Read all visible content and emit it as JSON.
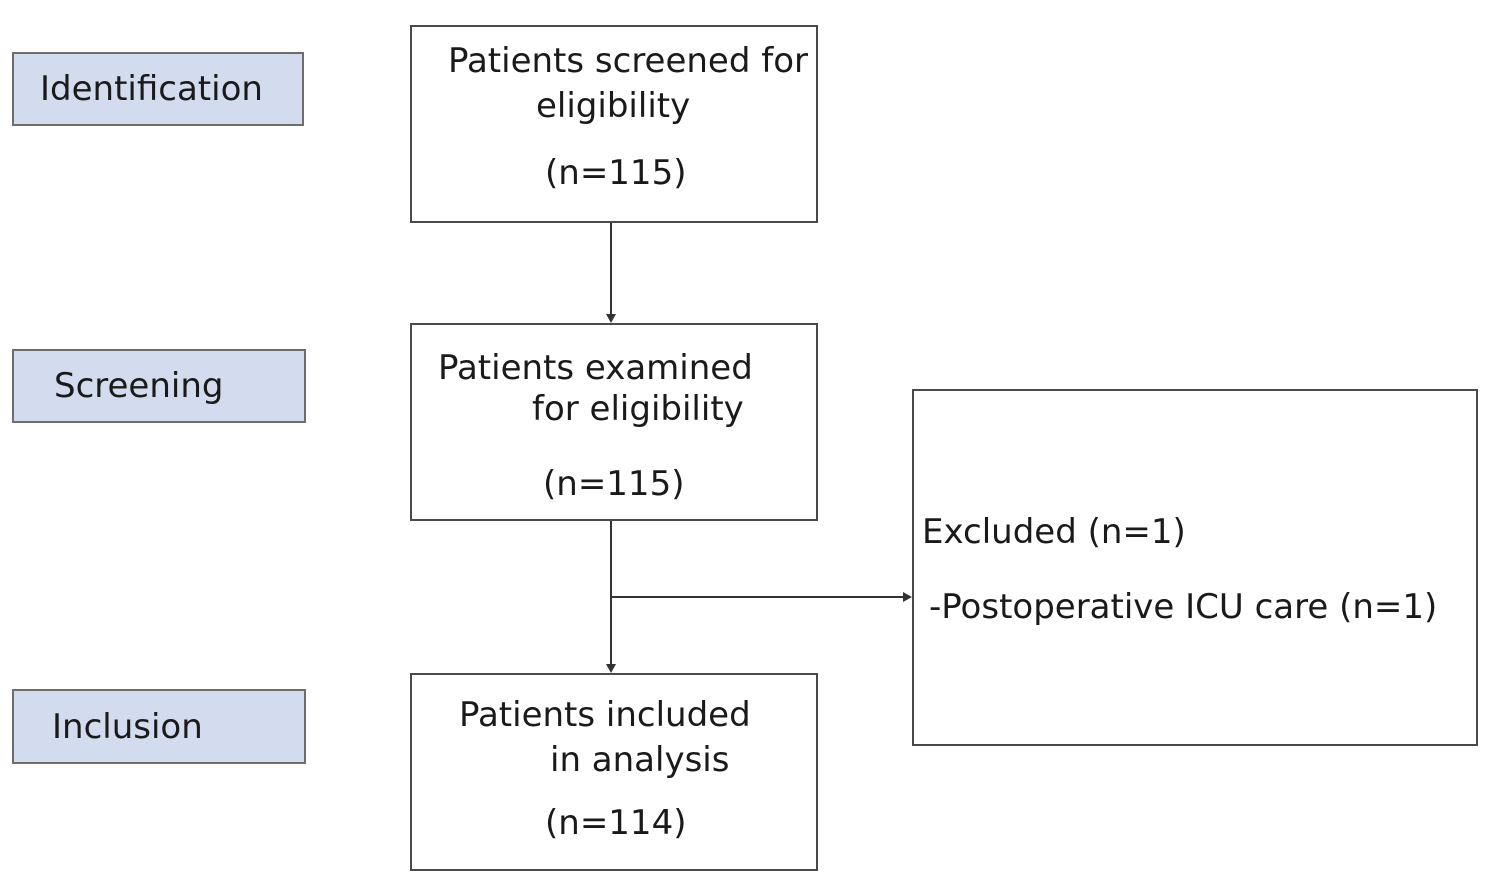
{
  "stages": {
    "identification": "Identification",
    "screening": "Screening",
    "inclusion": "Inclusion"
  },
  "boxes": {
    "screened": {
      "line1": "Patients screened for",
      "line2": "eligibility",
      "count": "(n=115)"
    },
    "examined": {
      "line1": "Patients examined",
      "line2": "for eligibility",
      "count": "(n=115)"
    },
    "included": {
      "line1": "Patients included",
      "line2": "in analysis",
      "count": "(n=114)"
    },
    "excluded": {
      "line1": "Excluded (n=1)",
      "line2": "-Postoperative ICU care (n=1)"
    }
  },
  "colors": {
    "stage_fill": "#d3dcef",
    "stage_border": "#6d6d6d",
    "box_border": "#4a4a4a",
    "arrow": "#333333"
  }
}
